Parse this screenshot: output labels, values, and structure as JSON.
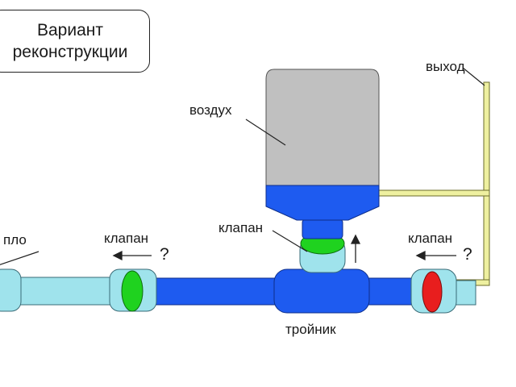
{
  "title": {
    "line1": "Вариант",
    "line2": "реконструкции"
  },
  "labels": {
    "air": "воздух",
    "outlet": "выход",
    "heat": "пло",
    "valve_left": "клапан",
    "valve_left_q": "?",
    "valve_top": "клапан",
    "valve_right": "клапан",
    "valve_right_q": "?",
    "tee": "тройник"
  },
  "colors": {
    "tank_gray": "#c0c0c0",
    "water_blue": "#1e5bf0",
    "pipe_light": "#9fe3ec",
    "valve_green": "#1fd21f",
    "valve_red": "#e81e1e",
    "outlet_pipe": "#eef0a0"
  }
}
